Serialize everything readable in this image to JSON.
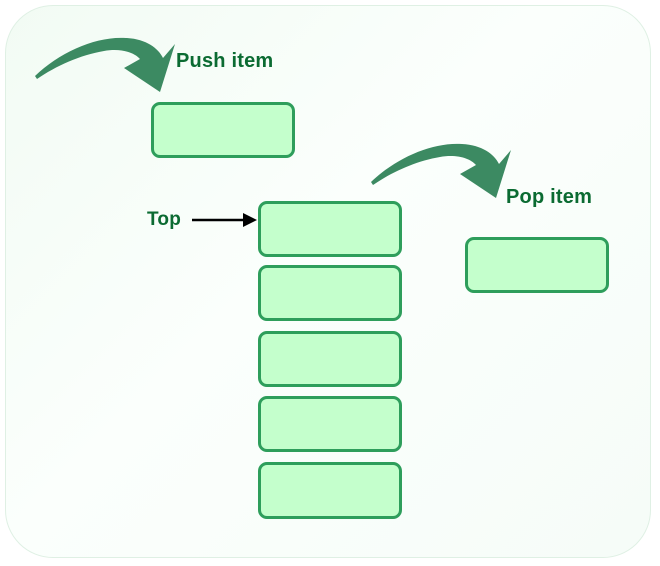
{
  "diagram": {
    "title": "Stack push and pop operation diagram",
    "type": "stack-data-structure",
    "labels": {
      "push": "Push item",
      "pop": "Pop item",
      "top": "Top"
    },
    "colors": {
      "box_fill": "#c4ffcc",
      "box_border": "#2e9e5b",
      "arrow_green": "#3c8a62",
      "arrow_black": "#000000",
      "text_green": "#0b6b32",
      "panel_bg": "#f6fcf8",
      "panel_border": "#dff0e4"
    },
    "stack": {
      "name": "stack-column",
      "item_count": 5,
      "items": [
        {
          "index": 0,
          "position": "top",
          "label": ""
        },
        {
          "index": 1,
          "position": "",
          "label": ""
        },
        {
          "index": 2,
          "position": "",
          "label": ""
        },
        {
          "index": 3,
          "position": "",
          "label": ""
        },
        {
          "index": 4,
          "position": "bottom",
          "label": ""
        }
      ]
    },
    "floating_items": [
      {
        "name": "push-item-box",
        "label": ""
      },
      {
        "name": "pop-item-box",
        "label": ""
      }
    ],
    "arrows": [
      {
        "name": "push-arrow",
        "style": "curved-tapered",
        "color": "#3c8a62",
        "direction": "down-right"
      },
      {
        "name": "pop-arrow",
        "style": "curved-tapered",
        "color": "#3c8a62",
        "direction": "down-right"
      },
      {
        "name": "top-pointer-arrow",
        "style": "straight-thin",
        "color": "#000000",
        "direction": "right"
      }
    ]
  }
}
